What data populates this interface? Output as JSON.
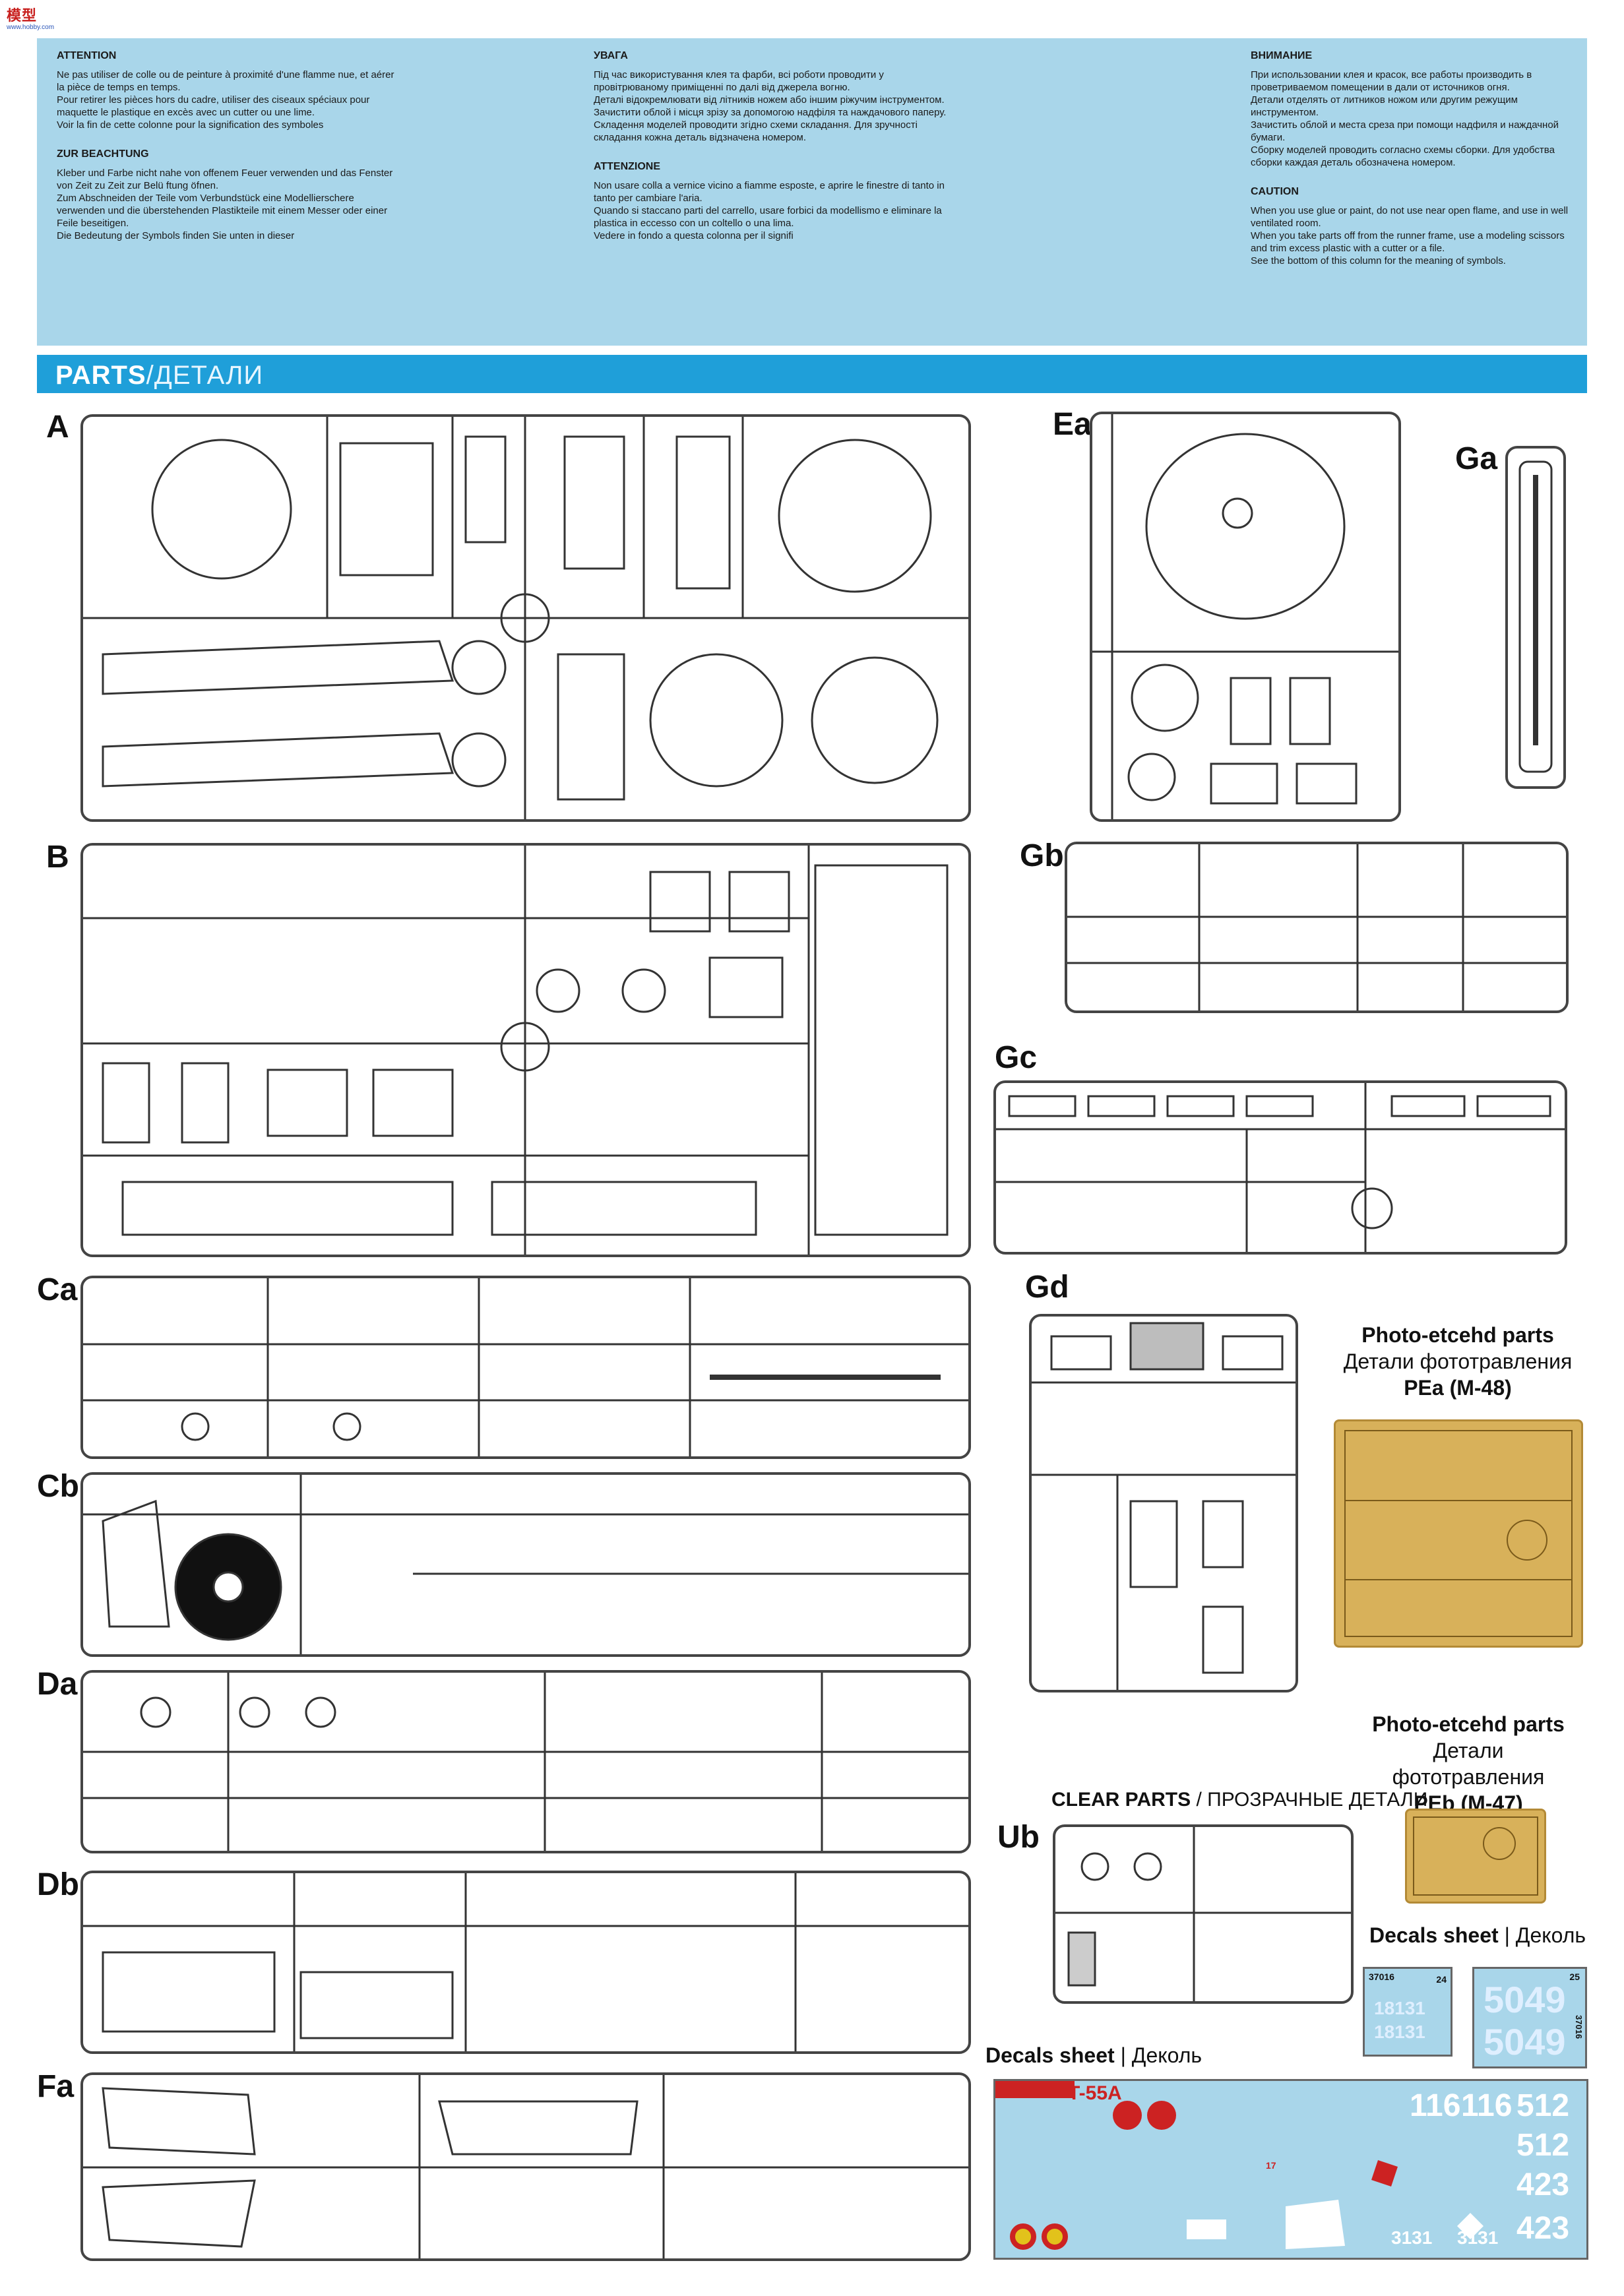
{
  "logo": {
    "text": "模型",
    "sub": "www.hobby.com"
  },
  "warnings": {
    "fr": {
      "title": "ATTENTION",
      "body": "Ne pas utiliser de colle ou de peinture à proximité d'une flamme nue, et aérer la pièce de temps en temps.\nPour retirer les pièces hors du cadre, utiliser des ciseaux spéciaux pour maquette le plastique en excès avec un cutter ou une lime.\nVoir la fin de cette colonne pour la signification des symboles"
    },
    "de": {
      "title": "ZUR BEACHTUNG",
      "body": "Kleber und Farbe nicht nahe von offenem Feuer verwenden und das Fenster von Zeit zu Zeit zur Belü ftung öfnen.\nZum Abschneiden der Teile vom Verbundstück eine Modellierschere verwenden und die überstehenden Plastikteile mit einem Messer oder einer Feile beseitigen.\nDie Bedeutung der Symbols finden Sie unten in dieser"
    },
    "ua": {
      "title": "УВАГА",
      "body": "Під час використування клея та фарби, всі роботи проводити у провітрюваному приміщенні по далі від джерела вогню.\nДеталі відокремлювати від літників ножем або іншим ріжучим інструментом.\nЗачистити облой і місця зрізу за допомогою надфіля та наждачового паперу.\nСкладення моделей проводити згідно схеми складання. Для зручності складання кожна деталь відзначена номером."
    },
    "it": {
      "title": "ATTENZIONE",
      "body": "Non usare colla a vernice vicino a fiamme esposte, e aprire le finestre di tanto in tanto per cambiare l'aria.\nQuando si staccano parti del carrello, usare forbici da modellismo e eliminare la plastica in eccesso con un coltello o una lima.\nVedere in fondo a questa colonna per il signifi"
    },
    "ru": {
      "title": "ВНИМАНИЕ",
      "body": "При использовании клея и красок, все работы производить в проветриваемом помещении в дали от источников огня.\nДетали отделять от литников ножом или другим режущим инструментом.\nЗачистить облой и места среза при помощи надфиля и наждачной бумаги.\nСборку моделей проводить согласно схемы сборки. Для удобства сборки каждая деталь обозначена номером."
    },
    "en": {
      "title": "CAUTION",
      "body": "When you use glue or paint, do not use near open flame, and use in well ventilated room.\nWhen you take parts off from the runner frame, use a modeling scissors and trim excess plastic with a cutter or a file.\nSee the bottom of this column for the meaning of symbols."
    }
  },
  "banner": {
    "en": "PARTS",
    "ru": "/ДЕТАЛИ"
  },
  "sprues": {
    "A": "A",
    "B": "B",
    "Ca": "Ca",
    "Cb": "Cb",
    "Da": "Da",
    "Db": "Db",
    "Fa": "Fa",
    "Ea": "Ea",
    "Ga": "Ga",
    "Gb": "Gb",
    "Gc": "Gc",
    "Gd": "Gd",
    "Ub": "Ub"
  },
  "pe_a": {
    "title": "Photo-etcehd parts",
    "ru": "Детали фототравления",
    "code": "PEa (M-48)"
  },
  "pe_b": {
    "title": "Photo-etcehd parts",
    "ru": "Детали фототравления",
    "code": "PEb (M-47)"
  },
  "clear": {
    "en": "CLEAR PARTS",
    "ru": " / ПРОЗРАЧНЫЕ ДЕТАЛИ"
  },
  "decals_small": {
    "en": "Decals sheet",
    "ru": " | Деколь",
    "a_code": "37016",
    "a_num": "24",
    "a_text1": "18131",
    "a_text2": "18131",
    "b_num": "25",
    "b_text1": "5049",
    "b_text2": "5049",
    "b_code": "37016"
  },
  "decals_big": {
    "en": "Decals sheet",
    "ru": " | Деколь",
    "tank": "T-55A",
    "n1": "116",
    "n2": "116",
    "n3": "512",
    "n4": "512",
    "n5": "423",
    "n6": "423",
    "n7": "3131",
    "n8": "3131",
    "n9": "17"
  }
}
